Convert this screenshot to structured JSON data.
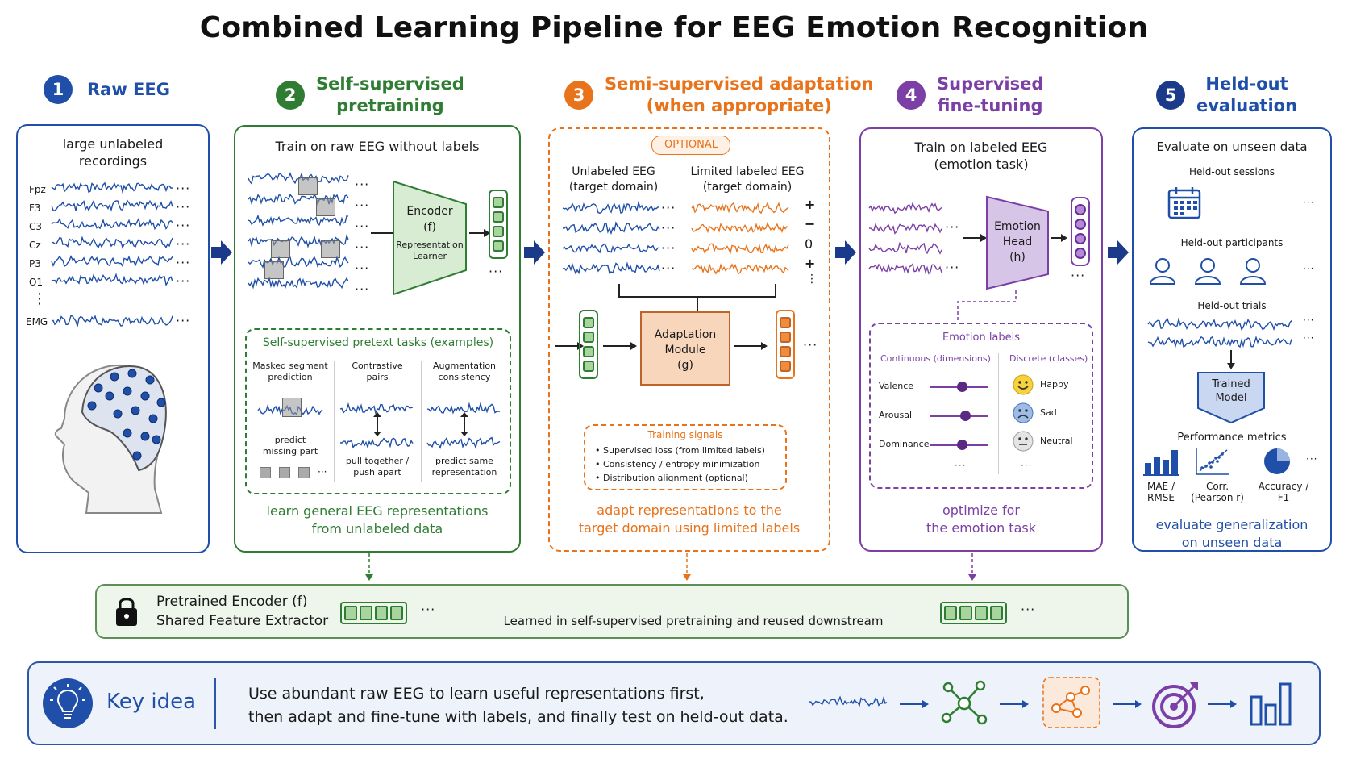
{
  "title": "Combined Learning Pipeline for EEG Emotion Recognition",
  "colors": {
    "blue": "#1f4fa8",
    "green": "#2e7d32",
    "orange": "#e8731a",
    "purple": "#7b3fa6",
    "navy": "#1c3a8a"
  },
  "stages": [
    {
      "num": "1",
      "title": "Raw EEG"
    },
    {
      "num": "2",
      "title": "Self-supervised\npretraining"
    },
    {
      "num": "3",
      "title": "Semi-supervised adaptation\n(when appropriate)"
    },
    {
      "num": "4",
      "title": "Supervised\nfine-tuning"
    },
    {
      "num": "5",
      "title": "Held-out\nevaluation"
    }
  ],
  "raw": {
    "caption": "large unlabeled\nrecordings",
    "channels": [
      "Fpz",
      "F3",
      "C3",
      "Cz",
      "P3",
      "O1"
    ],
    "vdots": "⋮",
    "emg": "EMG",
    "ellipsis": "···"
  },
  "ssl": {
    "top": "Train on raw EEG without labels",
    "encoder_title": "Encoder",
    "encoder_f": "(f)",
    "encoder_sub": "Representation\nLearner",
    "tasks_title": "Self-supervised pretext tasks (examples)",
    "tasks": [
      {
        "name": "Masked segment\nprediction",
        "caption": "predict\nmissing part"
      },
      {
        "name": "Contrastive\npairs",
        "caption": "pull together /\npush apart"
      },
      {
        "name": "Augmentation\nconsistency",
        "caption": "predict same\nrepresentation"
      }
    ],
    "footer": "learn general EEG representations\nfrom unlabeled data"
  },
  "semi": {
    "badge": "OPTIONAL",
    "unlabeled": "Unlabeled EEG\n(target domain)",
    "labeled": "Limited labeled EEG\n(target domain)",
    "signs": [
      "+",
      "−",
      "0",
      "+",
      "⋮"
    ],
    "module": "Adaptation\nModule\n(g)",
    "signals_title": "Training signals",
    "signals": [
      "Supervised loss (from limited labels)",
      "Consistency / entropy minimization",
      "Distribution alignment (optional)"
    ],
    "footer": "adapt representations to the\ntarget domain using limited labels"
  },
  "sup": {
    "top": "Train on labeled EEG\n(emotion task)",
    "head": "Emotion\nHead\n(h)",
    "labels_title": "Emotion labels",
    "continuous": "Continuous (dimensions)",
    "discrete": "Discrete (classes)",
    "dims": [
      "Valence",
      "Arousal",
      "Dominance"
    ],
    "dim_values": [
      0.55,
      0.6,
      0.55
    ],
    "classes": [
      "Happy",
      "Sad",
      "Neutral"
    ],
    "footer": "optimize for\nthe emotion task"
  },
  "eval": {
    "top": "Evaluate on unseen data",
    "sessions": "Held-out sessions",
    "participants": "Held-out participants",
    "trials": "Held-out trials",
    "model": "Trained\nModel",
    "metrics_title": "Performance metrics",
    "metrics": [
      "MAE /\nRMSE",
      "Corr.\n(Pearson r)",
      "Accuracy /\nF1"
    ],
    "footer": "evaluate generalization\non unseen data"
  },
  "shared": {
    "title": "Pretrained Encoder (f)",
    "subtitle": "Shared Feature Extractor",
    "note": "Learned in self-supervised pretraining and reused downstream"
  },
  "key": {
    "label": "Key idea",
    "text": "Use abundant raw EEG to learn useful representations first,\nthen adapt and fine-tune with labels, and finally test on held-out data.",
    "icons": [
      "eeg-wave",
      "network",
      "adapted-network",
      "target",
      "bar-chart"
    ]
  }
}
